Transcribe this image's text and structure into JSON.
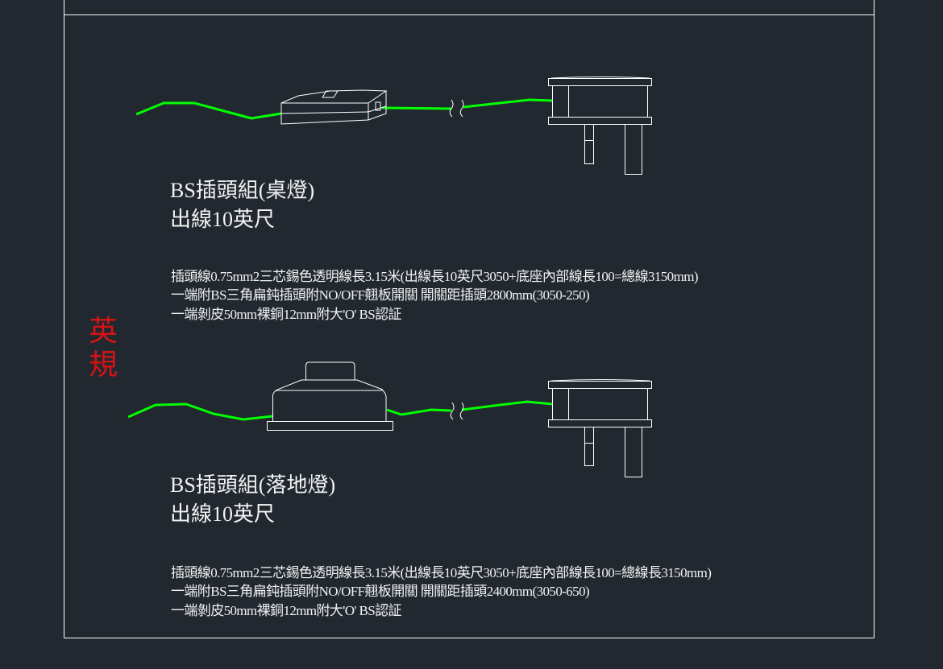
{
  "side_label": [
    "英",
    "規"
  ],
  "colors": {
    "background": "#212830",
    "wire": "#00ff00",
    "lines": "#ffffff",
    "side_label": "#d41414"
  },
  "items": [
    {
      "title": "BS插頭組(桌燈)",
      "subtitle": "出線10英尺",
      "lines": [
        "插頭線0.75mm2三芯錫色透明線長3.15米(出線長10英尺3050+底座內部線長100=總線3150mm)",
        "一端附BS三角扁鈍插頭附NO/OFF翹板開關 開關距插頭2800mm(3050-250)",
        "一端剝皮50mm裸銅12mm附大'O'  BS認証"
      ]
    },
    {
      "title": "BS插頭組(落地燈)",
      "subtitle": "出線10英尺",
      "lines": [
        "插頭線0.75mm2三芯錫色透明線長3.15米(出線長10英尺3050+底座內部線長100=總線長3150mm)",
        "一端附BS三角扁鈍插頭附NO/OFF翹板開關 開關距插頭2400mm(3050-650)",
        "一端剝皮50mm裸銅12mm附大'O'  BS認証"
      ]
    }
  ]
}
